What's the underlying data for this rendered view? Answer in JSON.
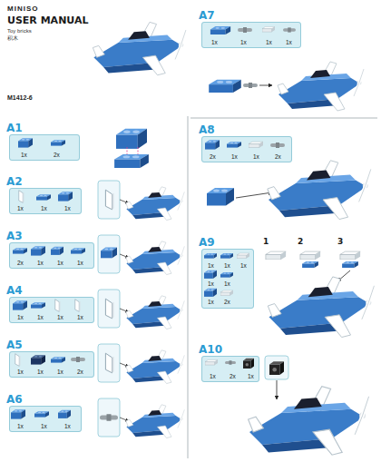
{
  "diagram": {
    "title": "USER MANUAL",
    "nodes": [
      {
        "text": [
          "A1",
          "1x",
          "2x"
        ]
      },
      {
        "text": [
          "A2",
          "1x",
          "1x",
          "1x"
        ]
      },
      {
        "text": [
          "A3",
          "2x",
          "1x",
          "1x",
          "1x"
        ]
      },
      {
        "text": [
          "A4",
          "1x",
          "1x",
          "1x",
          "1x"
        ]
      },
      {
        "text": [
          "A5",
          "1x",
          "1x",
          "1x",
          "2x"
        ]
      },
      {
        "text": [
          "A6",
          "1x",
          "1x",
          "1x"
        ]
      },
      {
        "text": [
          "A7",
          "1x",
          "1x",
          "1x",
          "1x"
        ]
      },
      {
        "text": [
          "A8",
          "2x",
          "1x",
          "1x",
          "2x"
        ]
      },
      {
        "text": [
          "A9",
          "1x",
          "1x",
          "1x",
          "1x",
          "1x",
          "1x",
          "2x"
        ]
      },
      {
        "text": [
          "A10",
          "1x",
          "2x",
          "1x"
        ]
      }
    ],
    "labels": [
      "MINISO",
      "Toy bricks",
      "积木",
      "M1412-6",
      "1",
      "2",
      "3"
    ]
  }
}
